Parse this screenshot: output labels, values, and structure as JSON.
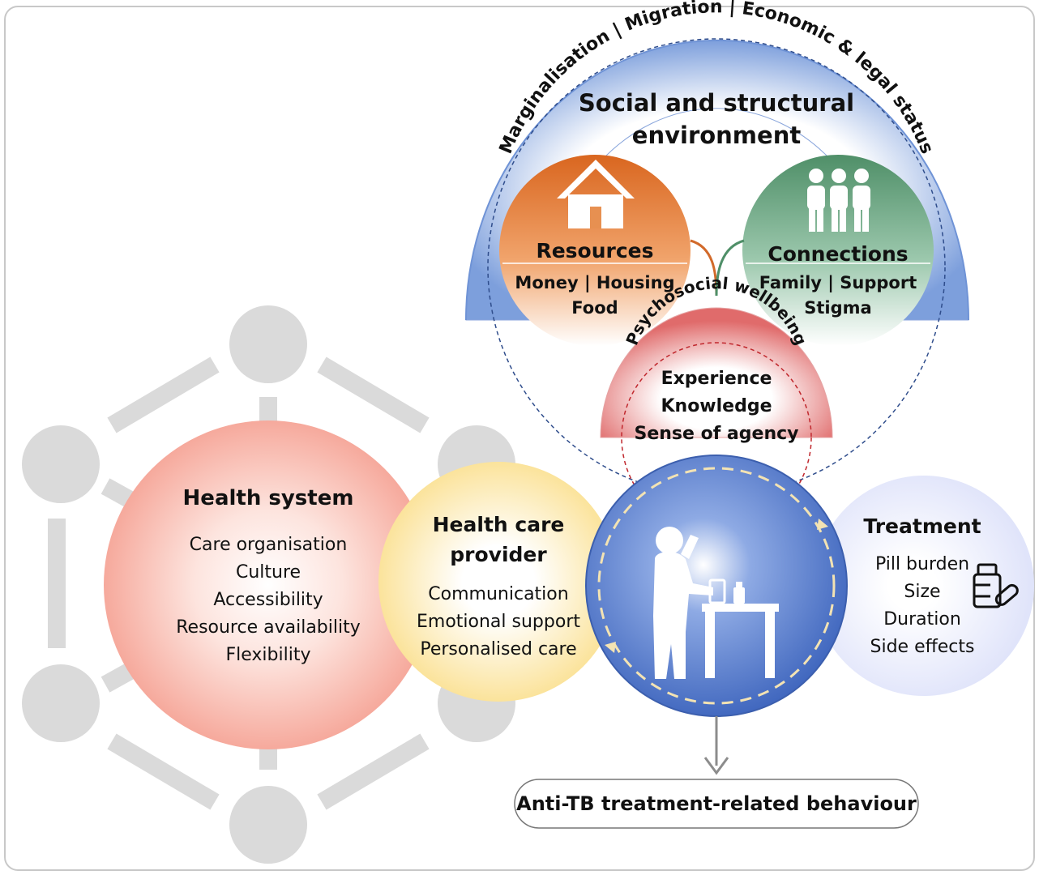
{
  "arc_text": "Marginalisation | Migration | Economic & legal status",
  "social": {
    "title_line1": "Social and structural",
    "title_line2": "environment"
  },
  "resources": {
    "title": "Resources",
    "line1": "Money | Housing",
    "line2": "Food"
  },
  "connections": {
    "title": "Connections",
    "line1": "Family | Support",
    "line2": "Stigma"
  },
  "psychosocial": {
    "arc_text": "Psychosocial wellbeing",
    "items": [
      "Experience",
      "Knowledge",
      "Sense of agency"
    ]
  },
  "health_system": {
    "title": "Health system",
    "items": [
      "Care organisation",
      "Culture",
      "Accessibility",
      "Resource availability",
      "Flexibility"
    ]
  },
  "provider": {
    "title_line1": "Health care",
    "title_line2": "provider",
    "items": [
      "Communication",
      "Emotional support",
      "Personalised care"
    ]
  },
  "treatment": {
    "title": "Treatment",
    "items": [
      "Pill burden",
      "Size",
      "Duration",
      "Side effects"
    ]
  },
  "outcome": "Anti-TB treatment-related behaviour",
  "colors": {
    "blue_arc": "#7d9fdc",
    "resources": "#e07a3a",
    "connections": "#5f9c78",
    "psychosocial": "#e06b6b",
    "health_system": "#f7b3a8",
    "provider": "#fbe6a6",
    "treatment": "#e6e8fb",
    "patient": "#4a70c7",
    "network_grey": "#d9d9d9"
  }
}
